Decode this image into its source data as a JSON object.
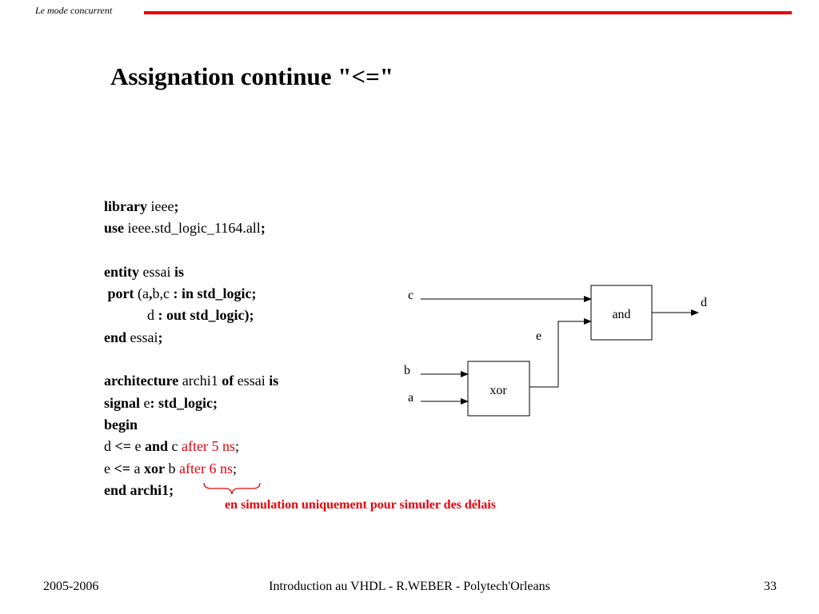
{
  "header": {
    "section_label": "Le mode concurrent",
    "accent_color": "#e8000b"
  },
  "title": "Assignation continue \"<=\"",
  "code": {
    "l1": {
      "kw": "library",
      "t1": " ieee",
      "kw2": ";"
    },
    "l2": {
      "kw": "use",
      "t1": " ieee.std_logic_1164.all",
      "kw2": ";"
    },
    "l4": {
      "kw": "entity",
      "t1": " essai ",
      "kw2": "is"
    },
    "l5": {
      "pre": " ",
      "kw": "port",
      "t1": " (a",
      "kw2": ",",
      "t2": "b,c ",
      "kw3": ": in std_logic;"
    },
    "l6": {
      "pre": "            ",
      "t1": "d ",
      "kw": ": out std_logic",
      "t2": ");"
    },
    "l7": {
      "kw": "end",
      "t1": " essai",
      "kw2": ";"
    },
    "l9": {
      "kw": "architecture",
      "t1": " archi1 ",
      "kw2": "of",
      "t2": " essai ",
      "kw3": "is"
    },
    "l10": {
      "kw": "signal",
      "t1": " e",
      "kw2": ": std_logic;"
    },
    "l11": {
      "kw": "begin"
    },
    "l12": {
      "t1": "d ",
      "kw": "<=",
      "t2": " e ",
      "kw2": "and",
      "t3": " c ",
      "delay": "after 5 ns",
      "t4": ";"
    },
    "l13": {
      "t1": "e ",
      "kw": "<=",
      "t2": " a ",
      "kw2": "xor",
      "t3": " b ",
      "delay": "after 6 ns",
      "t4": ";"
    },
    "l14": {
      "kw": "end archi1;"
    }
  },
  "annotation": "en simulation uniquement pour simuler des délais",
  "diagram": {
    "gate_and": "and",
    "gate_xor": "xor",
    "signal_c": "c",
    "signal_b": "b",
    "signal_a": "a",
    "signal_e": "e",
    "signal_d": "d"
  },
  "footer": {
    "year": "2005-2006",
    "course": "Introduction au VHDL - R.WEBER - Polytech'Orleans",
    "page": "33"
  }
}
